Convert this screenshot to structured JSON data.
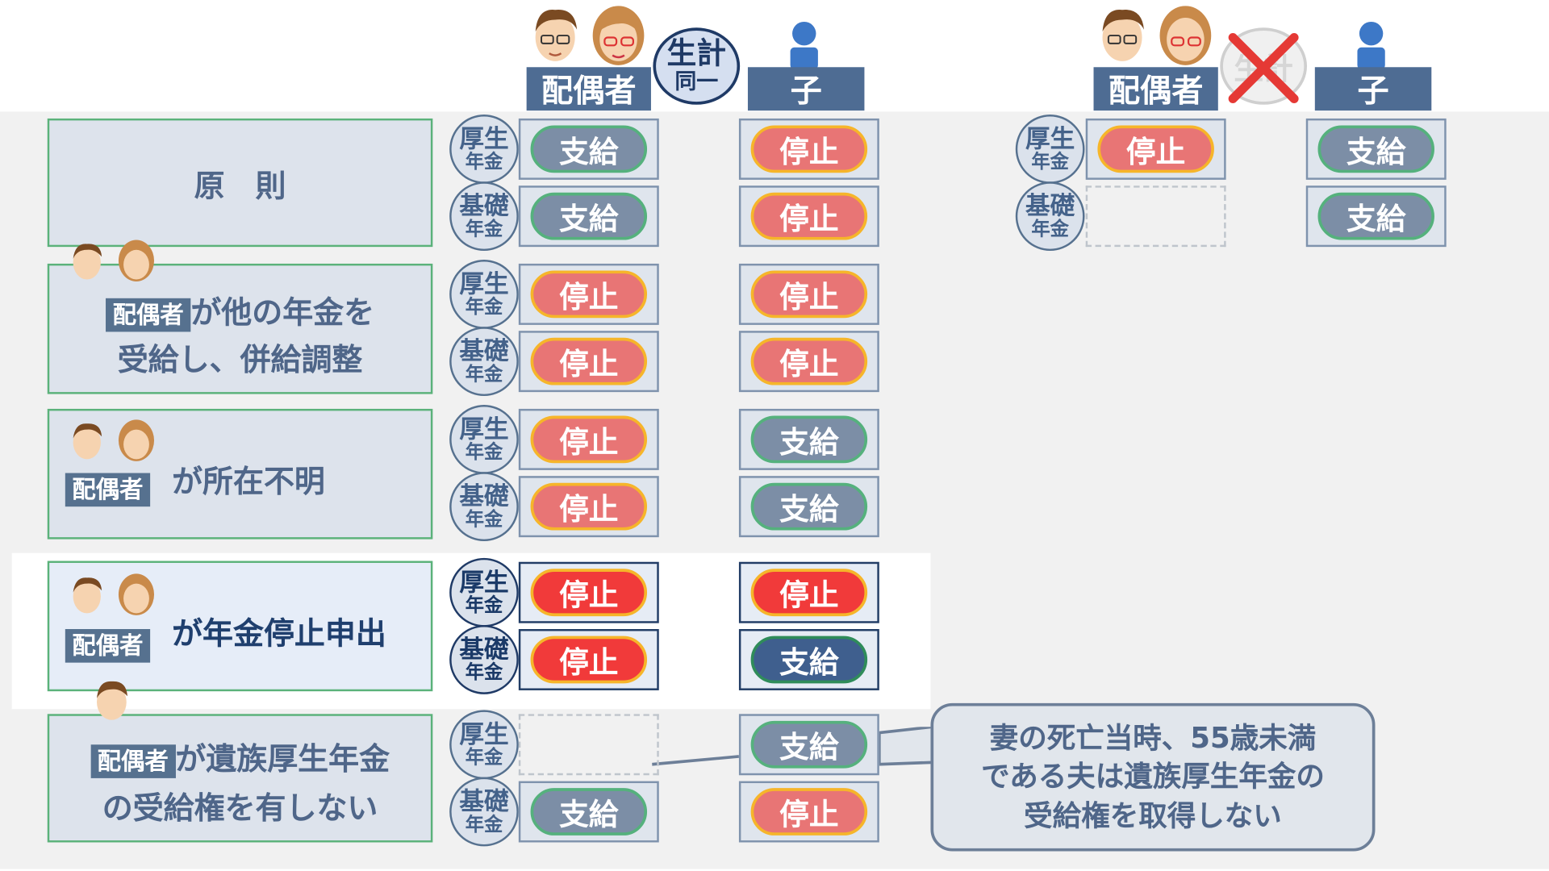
{
  "header": {
    "spouse_label": "配偶者",
    "child_label": "子",
    "same_household_top": "生計",
    "same_household_bottom": "同一",
    "right_spouse_label": "配偶者",
    "right_child_label": "子",
    "right_crossed_text": "生計"
  },
  "pension_types": {
    "kousei_top": "厚生",
    "kousei_bottom": "年金",
    "kiso_top": "基礎",
    "kiso_bottom": "年金"
  },
  "status": {
    "pay": "支給",
    "stop": "停止"
  },
  "rows": [
    {
      "label": "原　則",
      "spouse": [
        "pay",
        "pay"
      ],
      "child": [
        "stop",
        "stop"
      ]
    },
    {
      "tag": "配偶者",
      "label_a": "が他の年金を",
      "label_b": "受給し、併給調整",
      "spouse": [
        "stop",
        "stop"
      ],
      "child": [
        "stop",
        "stop"
      ]
    },
    {
      "tag": "配偶者",
      "label_a": "が所在不明",
      "spouse": [
        "stop",
        "stop"
      ],
      "child": [
        "pay",
        "pay"
      ]
    },
    {
      "tag": "配偶者",
      "label_a": "が年金停止申出",
      "spouse": [
        "stop",
        "stop"
      ],
      "child": [
        "stop",
        "pay"
      ]
    },
    {
      "tag": "配偶者",
      "label_a": "が遺族厚生年金",
      "label_b": "の受給権を有しない",
      "spouse": [
        "none",
        "pay"
      ],
      "child": [
        "pay",
        "stop"
      ]
    }
  ],
  "right_panel": {
    "spouse": [
      "stop",
      "none"
    ],
    "child": [
      "pay",
      "pay"
    ]
  },
  "callout": {
    "line1": "妻の死亡当時、55歳未満",
    "line2": "である夫は遺族厚生年金の",
    "line3": "受給権を取得しない"
  },
  "colors": {
    "header_bg": "#4e6c93",
    "pay_fill": "#7c8ea6",
    "stop_fill": "#e87575",
    "stop_vivid": "#f13a3a",
    "border_green": "#5bb27a"
  }
}
